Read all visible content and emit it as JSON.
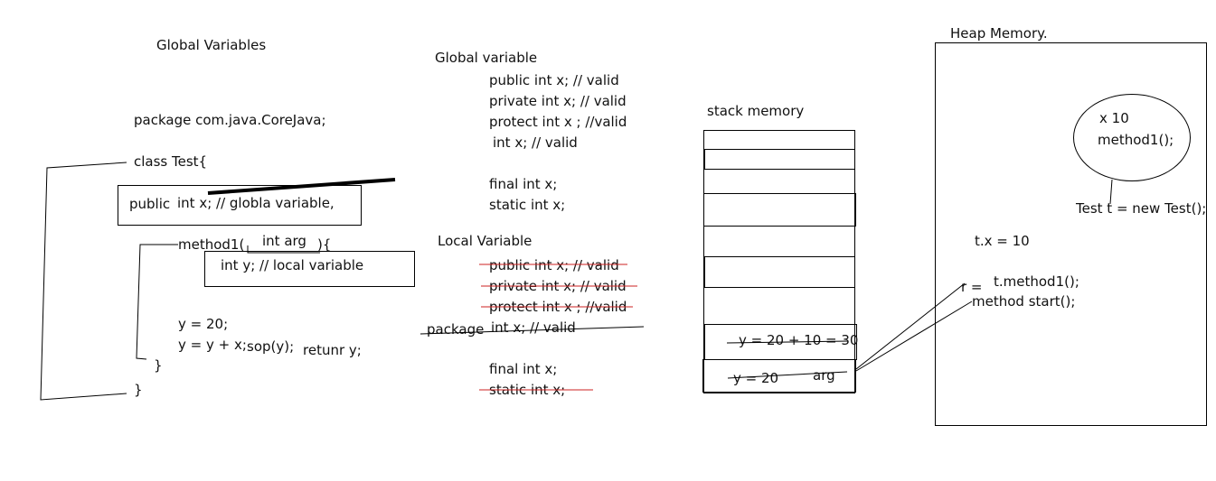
{
  "left": {
    "title": "Global Variables",
    "package_line": "package com.java.CoreJava;",
    "class_line": "class Test{",
    "field_decl_prefix": "public",
    "field_decl": "int x; // globla variable,",
    "method_name": "method1(",
    "method_param": "int arg",
    "method_open": "){",
    "local_decl": "int y;  // local variable",
    "assign1": "y = 20;",
    "assign2": "y = y + x;",
    "print_call": "sop(y);",
    "return_stmt": "retunr y;",
    "close_method": "}",
    "close_class": "}"
  },
  "middle": {
    "global_heading": "Global variable",
    "global_items": [
      "public int x; // valid",
      "private int x; // valid",
      "protect int x ; //valid",
      "int x; // valid"
    ],
    "global_final": "final int x;",
    "global_static": "static int x;",
    "local_heading": "Local Variable",
    "local_items_struck": [
      "public int x; // valid",
      "private int x; // valid",
      "protect int x ; //valid"
    ],
    "local_package_label": "package",
    "local_package_item": "int x; // valid",
    "local_final": "final int x;",
    "local_static_struck": "static int x;"
  },
  "stack": {
    "title": "stack memory",
    "frame_upper": "y = 20 + 10 = 30",
    "frame_lower": "y   = 20",
    "frame_lower_note": "arg"
  },
  "heap": {
    "title": "Heap Memory.",
    "object_field": "x  10",
    "object_method": "method1();",
    "new_stmt": "Test t = new Test();",
    "assign_stmt": "t.x = 10",
    "return_label": "r =",
    "call_stmt": "t.method1();",
    "start_stmt": "method start();"
  },
  "colors": {
    "ink": "#000000",
    "strike_red": "#cc2222"
  }
}
